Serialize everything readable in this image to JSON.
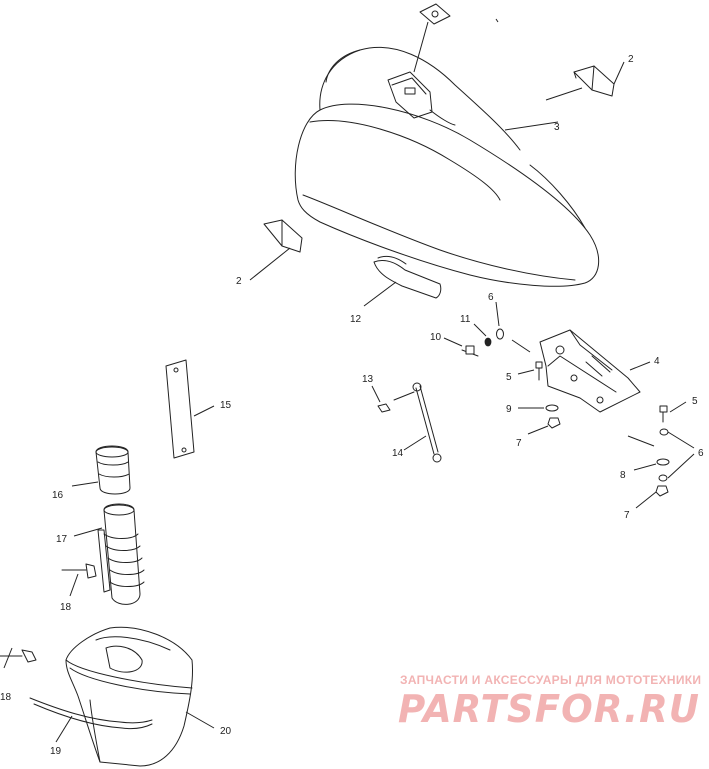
{
  "callouts": [
    {
      "id": "c2a",
      "text": "2"
    },
    {
      "id": "c2b",
      "text": "2"
    },
    {
      "id": "c3",
      "text": "3"
    },
    {
      "id": "c4",
      "text": "4"
    },
    {
      "id": "c5a",
      "text": "5"
    },
    {
      "id": "c5b",
      "text": "5"
    },
    {
      "id": "c6a",
      "text": "6"
    },
    {
      "id": "c6b",
      "text": "6"
    },
    {
      "id": "c7a",
      "text": "7"
    },
    {
      "id": "c7b",
      "text": "7"
    },
    {
      "id": "c8",
      "text": "8"
    },
    {
      "id": "c9",
      "text": "9"
    },
    {
      "id": "c10",
      "text": "10"
    },
    {
      "id": "c11",
      "text": "11"
    },
    {
      "id": "c12",
      "text": "12"
    },
    {
      "id": "c13",
      "text": "13"
    },
    {
      "id": "c14",
      "text": "14"
    },
    {
      "id": "c15",
      "text": "15"
    },
    {
      "id": "c16",
      "text": "16"
    },
    {
      "id": "c17",
      "text": "17"
    },
    {
      "id": "c18a",
      "text": "18"
    },
    {
      "id": "c18b",
      "text": "18"
    },
    {
      "id": "c19",
      "text": "19"
    },
    {
      "id": "c20",
      "text": "20"
    }
  ],
  "watermark": {
    "subtitle": "ЗАПЧАСТИ И АКСЕССУАРЫ ДЛЯ МОТОТЕХНИКИ",
    "logo_text": "PARTSFOR.RU",
    "color": "#f2b3b3"
  },
  "colors": {
    "line": "#222222",
    "background": "#ffffff"
  }
}
